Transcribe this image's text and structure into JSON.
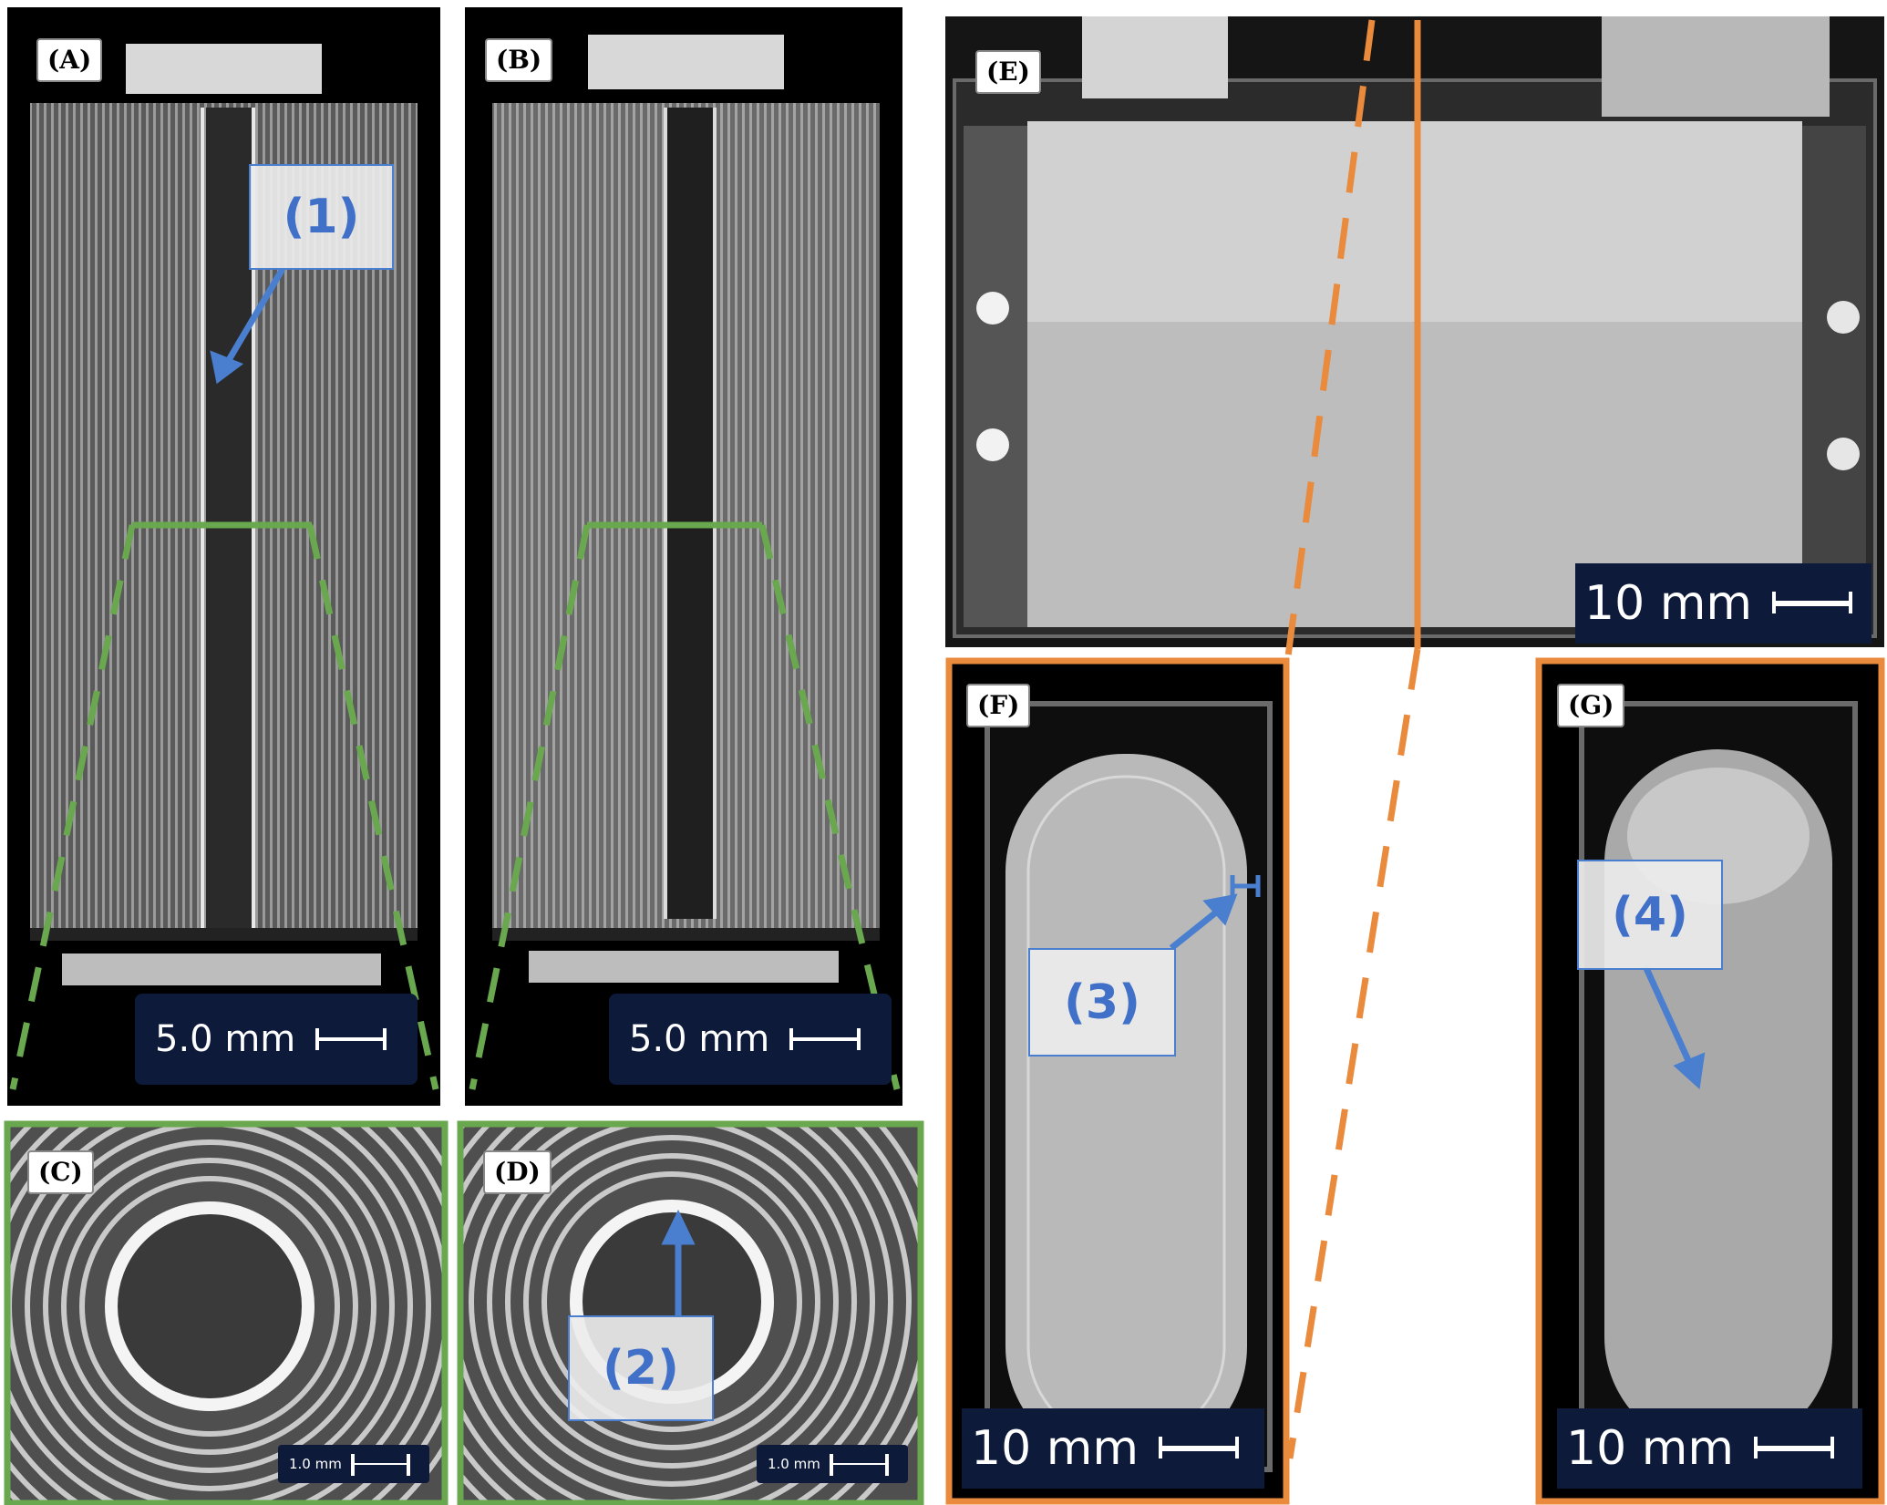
{
  "panels": {
    "A": {
      "label": "(A)",
      "scale": "5.0 mm"
    },
    "B": {
      "label": "(B)",
      "scale": "5.0 mm"
    },
    "C": {
      "label": "(C)",
      "scale": "1.0 mm"
    },
    "D": {
      "label": "(D)",
      "scale": "1.0 mm"
    },
    "E": {
      "label": "(E)",
      "scale": "10 mm"
    },
    "F": {
      "label": "(F)",
      "scale": "10 mm"
    },
    "G": {
      "label": "(G)",
      "scale": "10 mm"
    }
  },
  "annotations": {
    "one": "(1)",
    "two": "(2)",
    "three": "(3)",
    "four": "(4)"
  },
  "colors": {
    "green": "#6aa84f",
    "orange": "#e98a3c",
    "blue": "#4a7fd0",
    "scale_bg": "#0d1a3a"
  }
}
